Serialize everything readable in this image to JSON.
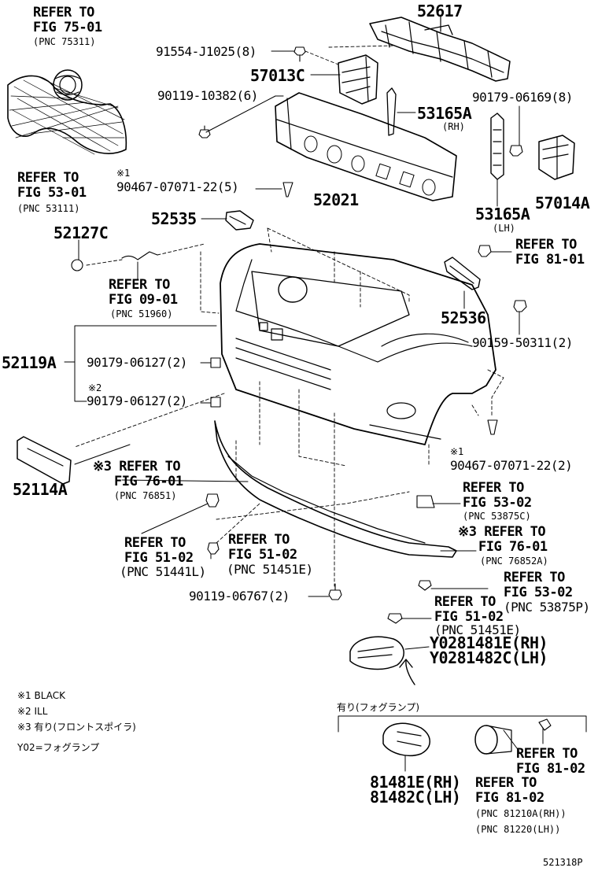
{
  "labels": {
    "refer_75_01_a": "REFER TO",
    "refer_75_01_b": "FIG 75-01",
    "refer_75_01_c": "(PNC 75311)",
    "part_52617": "52617",
    "bolt_91554": "91554-J1025(8)",
    "part_57013c": "57013C",
    "bolt_90119_10382": "90119-10382(6)",
    "part_53165a_rh": "53165A",
    "rh_small": "(RH)",
    "bolt_90179_06169": "90179-06169(8)",
    "refer_53_01_a": "REFER TO",
    "refer_53_01_b": "FIG 53-01",
    "refer_53_01_c": "(PNC 53111)",
    "mark1_top": "※1",
    "clip_90467_top": "90467-07071-22(5)",
    "part_52021": "52021",
    "part_53165a_lh": "53165A",
    "lh_small": "(LH)",
    "part_57014a": "57014A",
    "part_52535": "52535",
    "part_52127c": "52127C",
    "refer_81_01_a": "REFER TO",
    "refer_81_01_b": "FIG 81-01",
    "refer_09_01_a": "REFER TO",
    "refer_09_01_b": "FIG 09-01",
    "refer_09_01_c": "(PNC 51960)",
    "part_52536": "52536",
    "bolt_90159": "90159-50311(2)",
    "part_52119a": "52119A",
    "clip_90179_06127_a": "90179-06127(2)",
    "mark2": "※2",
    "clip_90179_06127_b": "90179-06127(2)",
    "mark1_b": "※1",
    "clip_90467_bottom": "90467-07071-22(2)",
    "part_52114a": "52114A",
    "refer_76_01_a": "※3 REFER TO",
    "refer_76_01_b": "FIG 76-01",
    "refer_76_01_c": "(PNC 76851)",
    "refer_53_02_a": "REFER TO",
    "refer_53_02_b": "FIG 53-02",
    "refer_53_02_c": "(PNC 53875C)",
    "refer_76_01r_a": "※3 REFER TO",
    "refer_76_01r_b": "FIG 76-01",
    "refer_76_01r_c": "(PNC 76852A)",
    "refer_51_02l_a": "REFER TO",
    "refer_51_02l_b": "FIG 51-02",
    "refer_51_02l_c": "(PNC 51441L)",
    "refer_51_02e_a": "REFER TO",
    "refer_51_02e_b": "FIG 51-02",
    "refer_51_02e_c": "(PNC 51451E)",
    "refer_53_02p_a": "REFER TO",
    "refer_53_02p_b": "FIG 53-02",
    "refer_53_02p_c": "(PNC 53875P)",
    "bolt_90119_06767": "90119-06767(2)",
    "refer_51_02r_a": "REFER TO",
    "refer_51_02r_b": "FIG 51-02",
    "refer_51_02r_c": "(PNC 51451E)",
    "part_y028_rh": "Y0281481E(RH)",
    "part_y028_lh": "Y0281482C(LH)",
    "note1": "※1 BLACK",
    "note2": "※2 ILL",
    "note3": "※3 有り(フロントスポイラ)",
    "note_y02": "Y02=フォグランプ",
    "fog_group": "有り(フォグランプ)",
    "part_81481e": "81481E(RH)",
    "part_81482c": "81482C(LH)",
    "refer_81_02a_a": "REFER TO",
    "refer_81_02a_b": "FIG 81-02",
    "refer_81_02b_a": "REFER TO",
    "refer_81_02b_b": "FIG 81-02",
    "pnc_81210a": "(PNC 81210A(RH))",
    "pnc_81220": "(PNC 81220(LH))",
    "diagram_id": "521318P"
  }
}
